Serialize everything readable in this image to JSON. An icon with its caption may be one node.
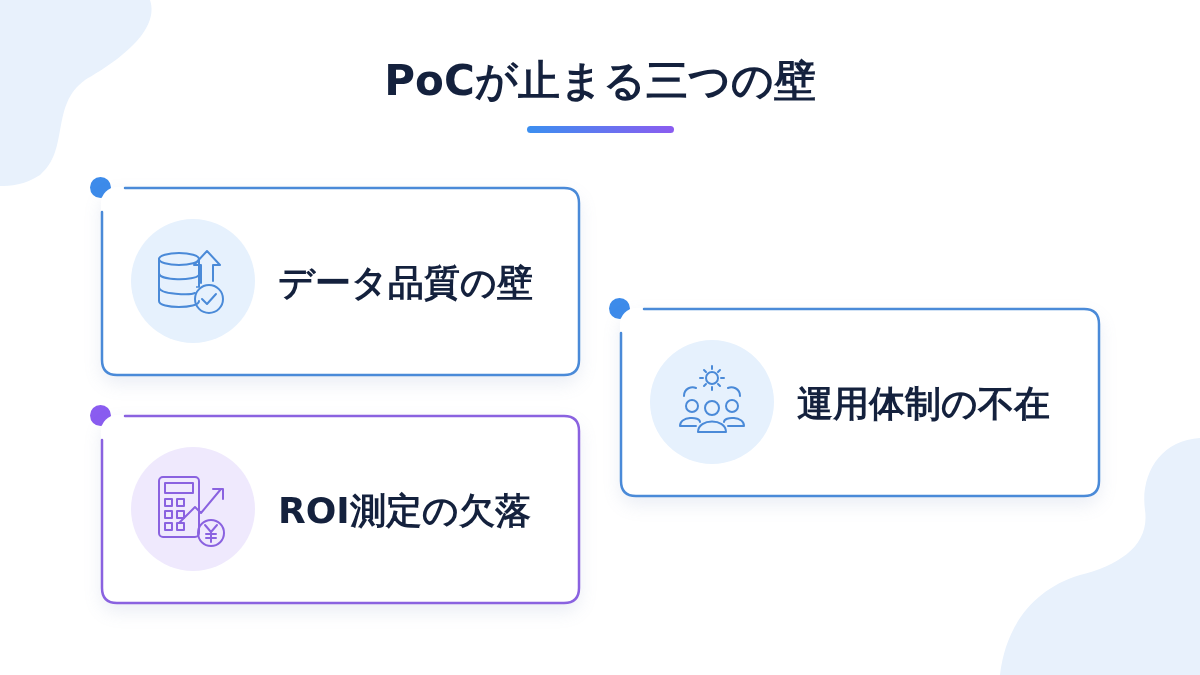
{
  "diagram": {
    "title": "PoCが止まる三つの壁",
    "nodes": [
      {
        "text": [
          "データ品質の壁"
        ]
      },
      {
        "text": [
          "運用体制の不在"
        ]
      },
      {
        "text": [
          "ROI測定の欠落"
        ]
      }
    ]
  }
}
